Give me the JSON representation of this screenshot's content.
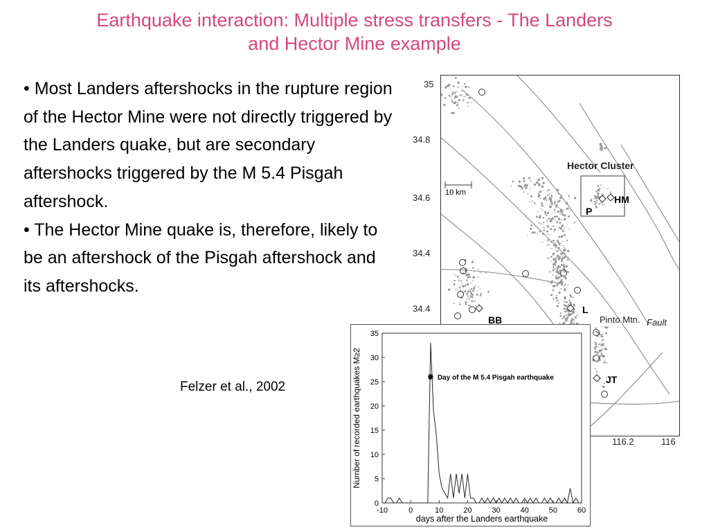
{
  "slide": {
    "title_line1": "Earthquake interaction: Multiple stress transfers - The Landers",
    "title_line2": "and Hector Mine example",
    "bullet1": "• Most Landers aftershocks in the rupture region of the Hector Mine were not directly triggered by the Landers quake, but are secondary aftershocks triggered by the M 5.4 Pisgah aftershock.",
    "bullet2": "• The Hector Mine quake is, therefore, likely to be an aftershock of the Pisgah aftershock and its aftershocks.",
    "citation": "Felzer et al., 2002"
  },
  "map": {
    "lat_labels": [
      "35",
      "34.8",
      "34.6",
      "34.4",
      "34.4"
    ],
    "lon_labels": [
      "116.2",
      "116"
    ],
    "cluster_label": "Hector Cluster",
    "scale_label": "10 km",
    "fault_label_a": "Pinto Mtn.",
    "fault_label_b": "Fault",
    "station_labels": {
      "hm": "HM",
      "p": "P",
      "l": "L",
      "bb": "BB",
      "jt": "JT"
    }
  },
  "chart_data": {
    "type": "line",
    "xlabel": "days after the Landers earthquake",
    "ylabel": "Number of recorded earthquakes M≥2",
    "xlim": [
      -10,
      60
    ],
    "ylim": [
      0,
      35
    ],
    "xticks": [
      -10,
      0,
      10,
      20,
      30,
      40,
      50,
      60
    ],
    "yticks": [
      0,
      5,
      10,
      15,
      20,
      25,
      30,
      35
    ],
    "annotation": {
      "text": "Day of the M 5.4 Pisgah earthquake",
      "x": 7,
      "y": 26
    },
    "series": [
      {
        "x": [
          -10,
          -9,
          -8,
          -7,
          -6,
          -5,
          -4,
          -3,
          -2,
          -1,
          0,
          1,
          2,
          3,
          4,
          5,
          6,
          7,
          8,
          9,
          10,
          11,
          12,
          13,
          14,
          15,
          16,
          17,
          18,
          19,
          20,
          21,
          22,
          23,
          24,
          25,
          26,
          27,
          28,
          29,
          30,
          31,
          32,
          33,
          34,
          35,
          36,
          37,
          38,
          39,
          40,
          41,
          42,
          43,
          44,
          45,
          46,
          47,
          48,
          49,
          50,
          51,
          52,
          53,
          54,
          55,
          56,
          57,
          58,
          59,
          60
        ],
        "y": [
          0,
          0,
          1,
          1,
          0,
          0,
          1,
          0,
          0,
          0,
          0,
          0,
          0,
          0,
          0,
          0,
          0,
          33,
          19,
          14,
          6,
          3,
          2,
          1,
          6,
          1,
          6,
          2,
          6,
          1,
          6,
          1,
          1,
          0,
          0,
          1,
          0,
          1,
          0,
          1,
          0,
          1,
          0,
          1,
          0,
          1,
          0,
          1,
          0,
          0,
          1,
          0,
          1,
          0,
          1,
          0,
          0,
          1,
          0,
          1,
          0,
          0,
          1,
          0,
          1,
          0,
          3,
          0,
          1,
          0,
          0
        ]
      }
    ]
  }
}
